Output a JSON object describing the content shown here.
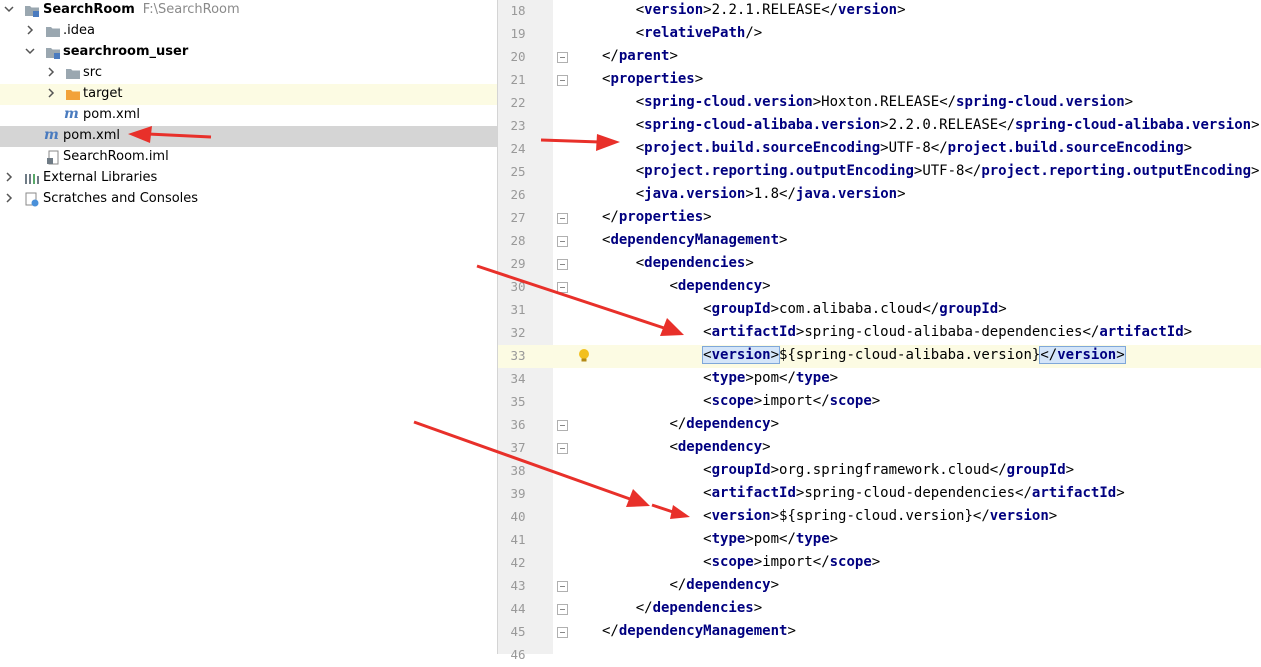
{
  "project_tree": {
    "root": {
      "name": "SearchRoom",
      "path": "F:\\SearchRoom"
    },
    "items": [
      {
        "label": ".idea"
      },
      {
        "label": "searchroom_user"
      },
      {
        "label": "src"
      },
      {
        "label": "target"
      },
      {
        "label": "pom.xml"
      },
      {
        "label": "pom.xml"
      },
      {
        "label": "SearchRoom.iml"
      },
      {
        "label": "External Libraries"
      },
      {
        "label": "Scratches and Consoles"
      }
    ]
  },
  "editor": {
    "current_line": "33",
    "lines": [
      {
        "n": "18",
        "indent": "    ",
        "tag": "version",
        "text": "2.2.1.RELEASE"
      },
      {
        "n": "19",
        "indent": "    ",
        "tag": "relativePath",
        "self_closing": true
      },
      {
        "n": "20",
        "indent": "",
        "close": "parent"
      },
      {
        "n": "21",
        "indent": "",
        "open": "properties"
      },
      {
        "n": "22",
        "indent": "    ",
        "tag": "spring-cloud.version",
        "text": "Hoxton.RELEASE"
      },
      {
        "n": "23",
        "indent": "    ",
        "tag": "spring-cloud-alibaba.version",
        "text": "2.2.0.RELEASE"
      },
      {
        "n": "24",
        "indent": "    ",
        "tag": "project.build.sourceEncoding",
        "text": "UTF-8"
      },
      {
        "n": "25",
        "indent": "    ",
        "tag": "project.reporting.outputEncoding",
        "text": "UTF-8"
      },
      {
        "n": "26",
        "indent": "    ",
        "tag": "java.version",
        "text": "1.8"
      },
      {
        "n": "27",
        "indent": "",
        "close": "properties"
      },
      {
        "n": "28",
        "indent": "",
        "open": "dependencyManagement"
      },
      {
        "n": "29",
        "indent": "    ",
        "open": "dependencies"
      },
      {
        "n": "30",
        "indent": "        ",
        "open": "dependency"
      },
      {
        "n": "31",
        "indent": "            ",
        "tag": "groupId",
        "text": "com.alibaba.cloud"
      },
      {
        "n": "32",
        "indent": "            ",
        "tag": "artifactId",
        "text": "spring-cloud-alibaba-dependencies"
      },
      {
        "n": "33",
        "indent": "            ",
        "tag": "version",
        "text": "${spring-cloud-alibaba.version}",
        "matched": true
      },
      {
        "n": "34",
        "indent": "            ",
        "tag": "type",
        "text": "pom"
      },
      {
        "n": "35",
        "indent": "            ",
        "tag": "scope",
        "text": "import"
      },
      {
        "n": "36",
        "indent": "        ",
        "close": "dependency"
      },
      {
        "n": "37",
        "indent": "        ",
        "open": "dependency"
      },
      {
        "n": "38",
        "indent": "            ",
        "tag": "groupId",
        "text": "org.springframework.cloud"
      },
      {
        "n": "39",
        "indent": "            ",
        "tag": "artifactId",
        "text": "spring-cloud-dependencies"
      },
      {
        "n": "40",
        "indent": "            ",
        "tag": "version",
        "text": "${spring-cloud.version}"
      },
      {
        "n": "41",
        "indent": "            ",
        "tag": "type",
        "text": "pom"
      },
      {
        "n": "42",
        "indent": "            ",
        "tag": "scope",
        "text": "import"
      },
      {
        "n": "43",
        "indent": "        ",
        "close": "dependency"
      },
      {
        "n": "44",
        "indent": "    ",
        "close": "dependencies"
      },
      {
        "n": "45",
        "indent": "",
        "close": "dependencyManagement"
      },
      {
        "n": "46",
        "indent": ""
      }
    ]
  },
  "colors": {
    "tag": "#000080",
    "current_line": "#fcfbe3",
    "selected_row": "#d5d5d5",
    "annotation_arrow": "#e8302a",
    "folder": "#9aa7b0",
    "excluded_folder": "#f2a23a",
    "maven_icon": "#4a7bbf"
  },
  "icons": {
    "gutter_bulb": "lightbulb-icon",
    "folder": "folder-icon",
    "maven_file": "maven-m-icon",
    "libraries": "libraries-icon",
    "scratches": "scratches-icon"
  }
}
